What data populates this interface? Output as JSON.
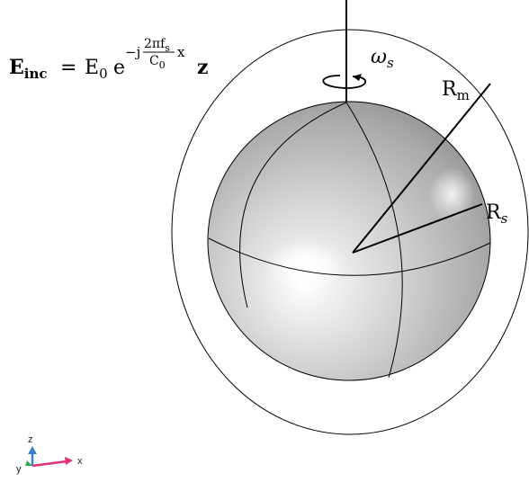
{
  "diagram": {
    "equation": {
      "lhs": "E",
      "lhs_sub": "inc",
      "equals": "=",
      "amplitude": "E",
      "amplitude_sub": "0",
      "base": "e",
      "exp_sign": "−j",
      "frac_numerator": "2πf",
      "frac_numerator_sub": "s",
      "frac_denominator": "C",
      "frac_denominator_sub": "0",
      "exp_var": "x",
      "direction": "z"
    },
    "rotation_label": "ω",
    "rotation_label_sub": "s",
    "outer_radius_label": "R",
    "outer_radius_label_sub": "m",
    "sphere_radius_label": "R",
    "sphere_radius_label_sub": "s",
    "triad": {
      "z_label": "z",
      "y_label": "y",
      "x_label": "x",
      "z_color": "#3a7fd5",
      "x_color": "#e0307a",
      "y_color": "#2fa84f"
    },
    "colors": {
      "sphere_light": "#f4f4f4",
      "sphere_mid": "#c9c9c9",
      "sphere_dark": "#8e8e8e",
      "lines": "#000000"
    }
  }
}
